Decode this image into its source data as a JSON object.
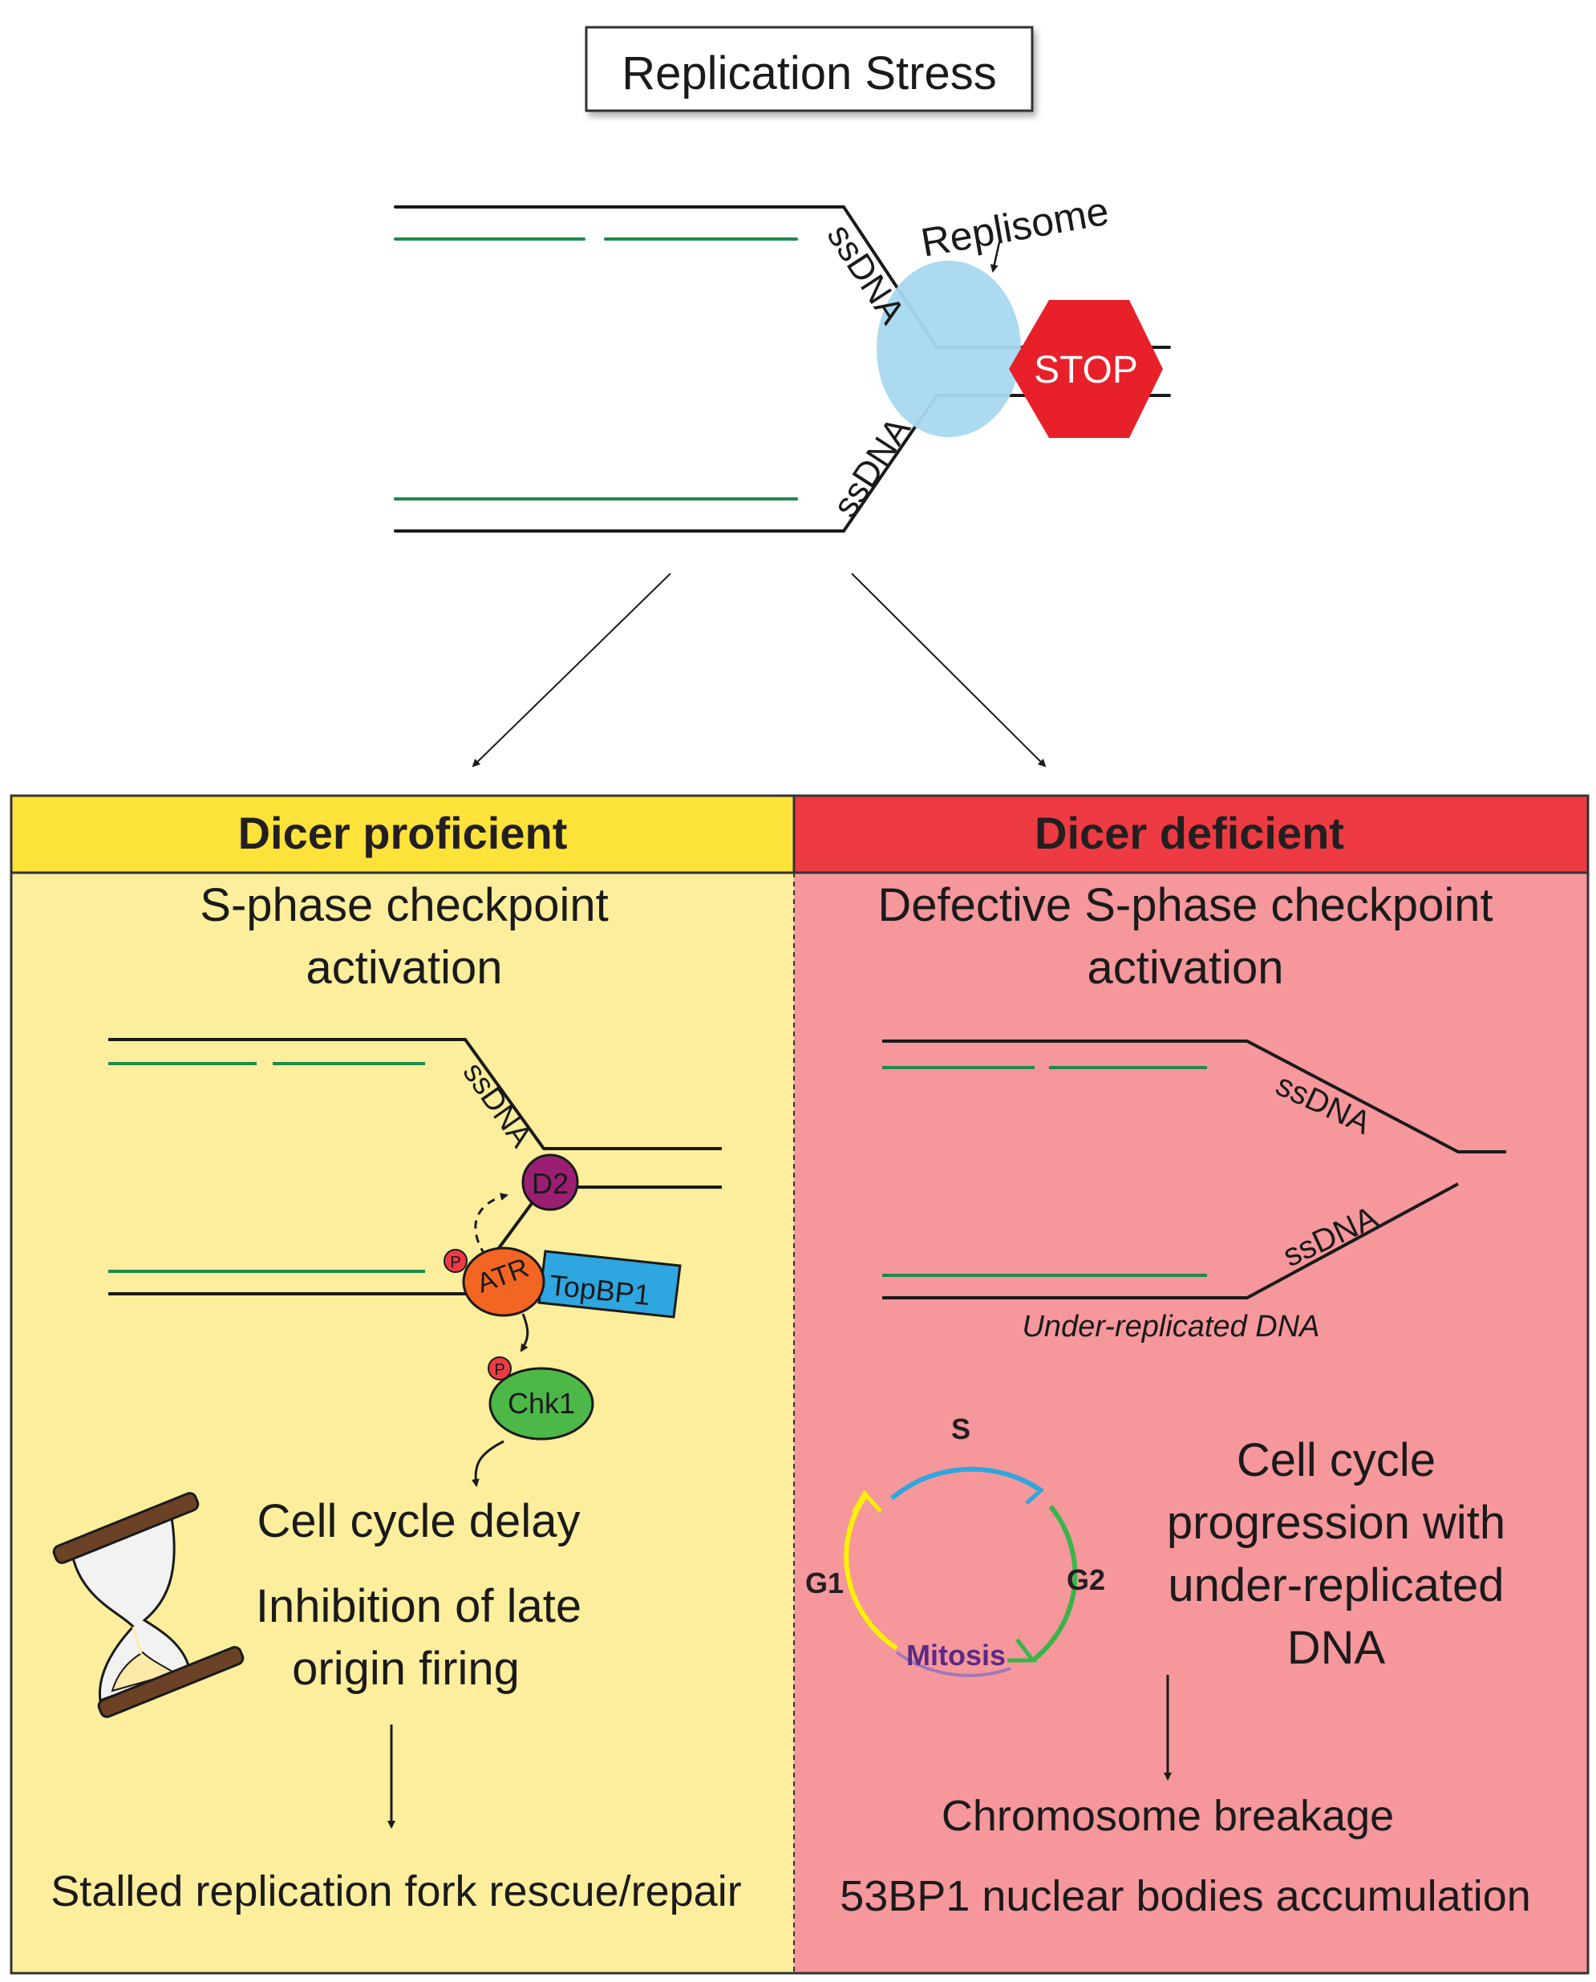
{
  "title": "Replication Stress",
  "top_fork": {
    "replisome_label": "Replisome",
    "stop_label": "STOP",
    "ssdna_upper": "ssDNA",
    "ssdna_lower": "ssDNA"
  },
  "left_panel": {
    "header": "Dicer proficient",
    "heading_line1": "S-phase checkpoint",
    "heading_line2": "activation",
    "ssdna_label": "ssDNA",
    "d2_label": "D2",
    "atr_label": "ATR",
    "topbp1_label": "TopBP1",
    "p_label": "P",
    "chk1_label": "Chk1",
    "delay_text": "Cell cycle delay",
    "inhibition_line1": "Inhibition of late",
    "inhibition_line2": "origin firing",
    "outcome": "Stalled replication fork rescue/repair"
  },
  "right_panel": {
    "header": "Dicer deficient",
    "heading_line1": "Defective S-phase checkpoint",
    "heading_line2": "activation",
    "ssdna_upper": "ssDNA",
    "ssdna_lower": "ssDNA",
    "under_replicated_label": "Under-replicated DNA",
    "cycle": {
      "s": "S",
      "g1": "G1",
      "g2": "G2",
      "mitosis": "Mitosis"
    },
    "progression_line1": "Cell cycle",
    "progression_line2": "progression with",
    "progression_line3": "under-replicated",
    "progression_line4": "DNA",
    "breakage": "Chromosome breakage",
    "accumulation": "53BP1 nuclear bodies accumulation"
  },
  "colors": {
    "proficient_header": "#fde23a",
    "proficient_bg": "#fcee9c",
    "deficient_header": "#ee3a43",
    "deficient_bg": "#f5979b",
    "nascent_strand": "#1f8a4c",
    "replisome": "#a6d8f0",
    "stop_sign": "#e8202a",
    "d2": "#9a1f73",
    "atr": "#f26522",
    "topbp1": "#2ea6e0",
    "chk1": "#4cb848",
    "phospho": "#ee3a43",
    "hourglass": "#6b4226"
  }
}
